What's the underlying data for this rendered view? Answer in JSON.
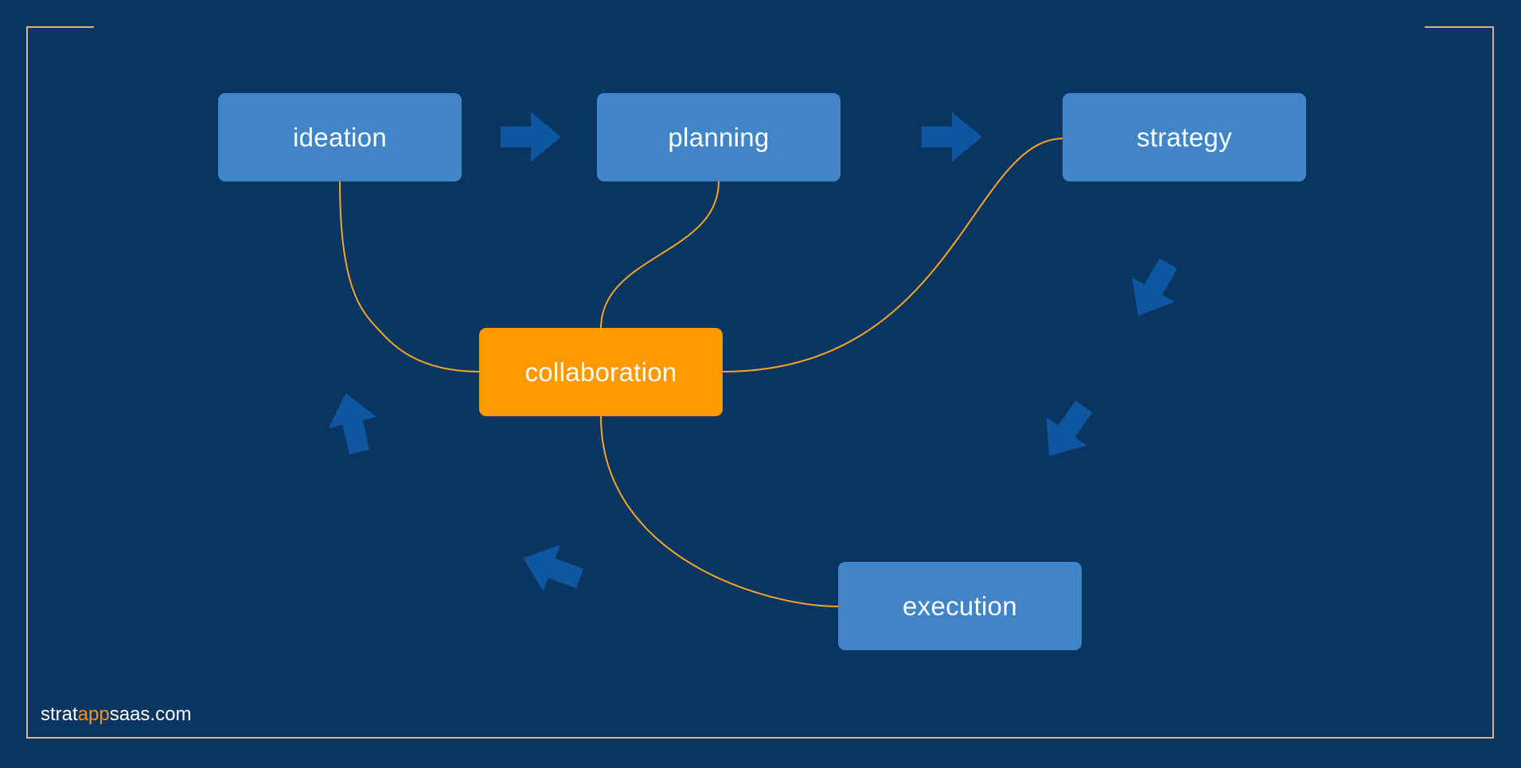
{
  "colors": {
    "background": "#083561",
    "node_blue": "#3f85c8",
    "node_orange": "#ff9900",
    "connector": "#f5a623",
    "arrow": "#0f56a0",
    "frame": "#d8b48c",
    "brand_accent": "#f39220"
  },
  "nodes": {
    "ideation": "ideation",
    "planning": "planning",
    "strategy": "strategy",
    "collaboration": "collaboration",
    "execution": "execution"
  },
  "flow": [
    "ideation",
    "planning",
    "strategy",
    "execution",
    "collaboration"
  ],
  "links": [
    {
      "from": "collaboration",
      "to": "ideation"
    },
    {
      "from": "collaboration",
      "to": "planning"
    },
    {
      "from": "collaboration",
      "to": "strategy"
    },
    {
      "from": "collaboration",
      "to": "execution"
    }
  ],
  "arrow_icon": "block-arrow-icon",
  "brand": {
    "prefix": "strat",
    "accent": "app",
    "suffix": "saas.com"
  }
}
